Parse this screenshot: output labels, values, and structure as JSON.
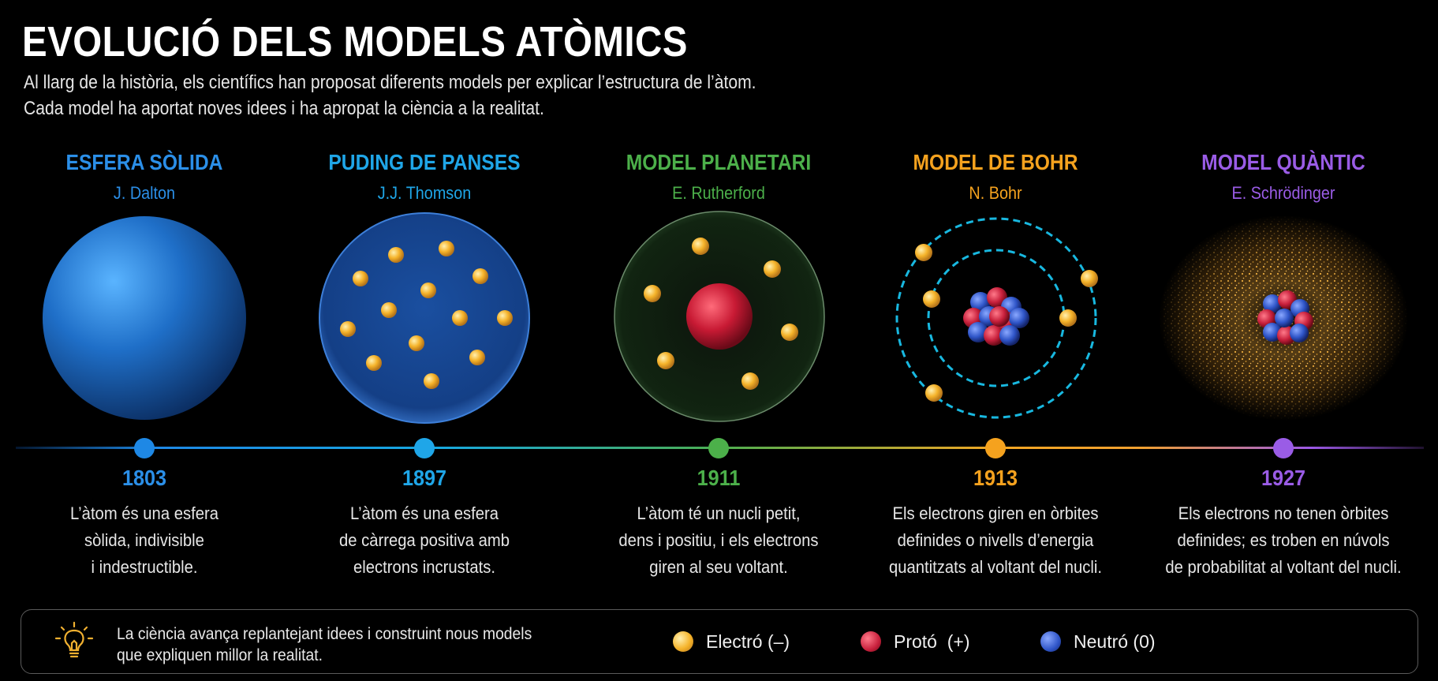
{
  "title": "EVOLUCIÓ DELS MODELS ATÒMICS",
  "intro": [
    "Al llarg de la història, els científics han proposat diferents models per explicar l’estructura de l’àtom.",
    "Cada model ha aportat noves idees i ha apropat la ciència a la realitat."
  ],
  "models": [
    {
      "name": "ESFERA SÒLIDA",
      "scientist": "J. Dalton",
      "year": "1803",
      "color": "#2b8fe8",
      "desc": [
        "L’àtom és una esfera",
        "sòlida, indivisible",
        "i indestructible."
      ]
    },
    {
      "name": "PUDING DE PANSES",
      "scientist": "J.J. Thomson",
      "year": "1897",
      "color": "#1fa6e8",
      "desc": [
        "L’àtom és una esfera",
        "de càrrega positiva amb",
        "electrons incrustats."
      ]
    },
    {
      "name": "MODEL PLANETARI",
      "scientist": "E. Rutherford",
      "year": "1911",
      "color": "#4cb04a",
      "desc": [
        "L’àtom té un nucli petit,",
        "dens i positiu, i els electrons",
        "giren al seu voltant."
      ]
    },
    {
      "name": "MODEL DE BOHR",
      "scientist": "N. Bohr",
      "year": "1913",
      "color": "#f5a21e",
      "desc": [
        "Els electrons giren en òrbites",
        "definides o nivells d’energia",
        "quantitzats al voltant del nucli."
      ]
    },
    {
      "name": "MODEL QUÀNTIC",
      "scientist": "E. Schrödinger",
      "year": "1927",
      "color": "#9a5ce6",
      "desc": [
        "Els electrons no tenen òrbites",
        "definides; es troben en núvols",
        "de probabilitat al voltant del nucli."
      ]
    }
  ],
  "note": [
    "La ciència avança replantejant idees i construint nous models",
    "que expliquen millor la realitat."
  ],
  "legend": [
    {
      "label": "Electró (–)",
      "color": "#f5b82e"
    },
    {
      "label": "Protó  (+)",
      "color": "#d0223e"
    },
    {
      "label": "Neutró (0)",
      "color": "#2f5fd8"
    }
  ],
  "icons": {
    "bulb": "lightbulb-icon"
  }
}
